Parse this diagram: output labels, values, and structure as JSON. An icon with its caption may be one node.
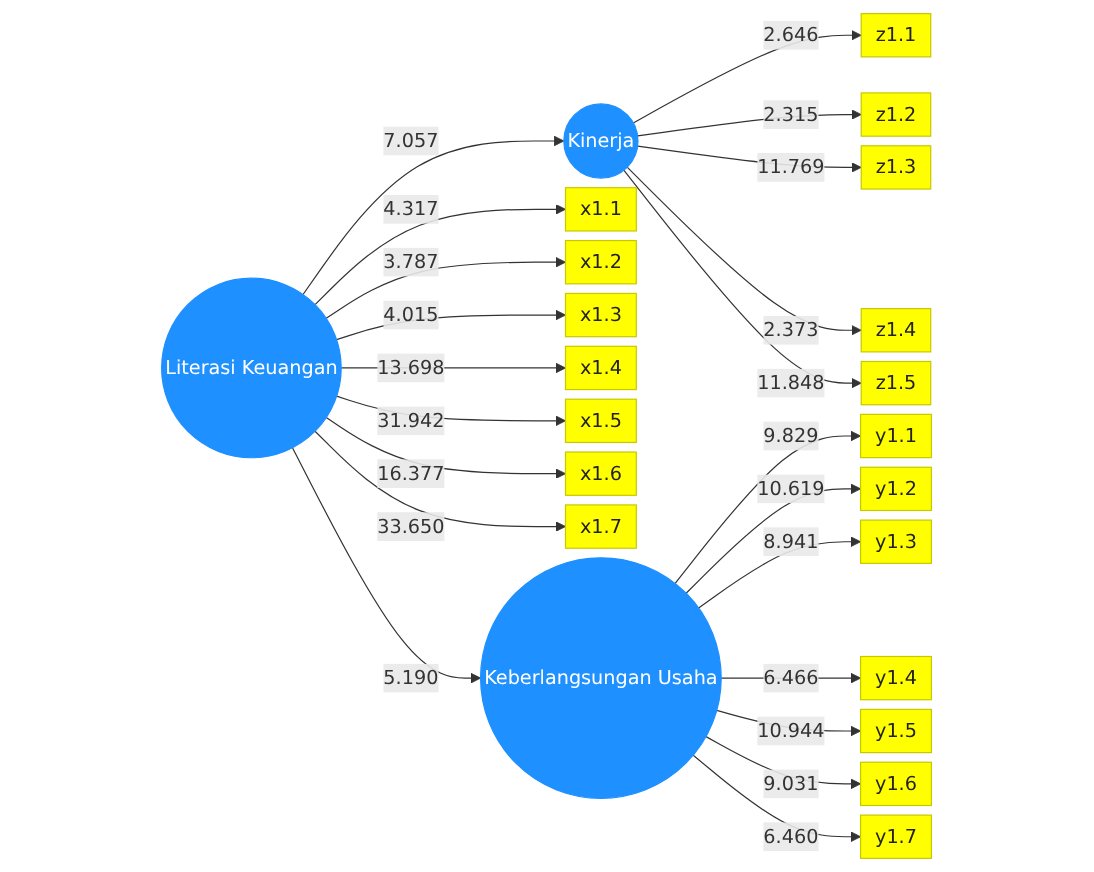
{
  "diagram": {
    "nodes": [
      {
        "text": [
          "z1.1"
        ]
      },
      {
        "text": [
          "z1.2"
        ]
      },
      {
        "text": [
          "z1.3"
        ]
      },
      {
        "text": [
          "z1.4"
        ]
      },
      {
        "text": [
          "z1.5"
        ]
      },
      {
        "text": [
          "Kinerja"
        ]
      },
      {
        "text": [
          "x1.1"
        ]
      },
      {
        "text": [
          "x1.2"
        ]
      },
      {
        "text": [
          "x1.3"
        ]
      },
      {
        "text": [
          "x1.4"
        ]
      },
      {
        "text": [
          "x1.5"
        ]
      },
      {
        "text": [
          "x1.6"
        ]
      },
      {
        "text": [
          "x1.7"
        ]
      },
      {
        "text": [
          "Literasi Keuangan"
        ]
      },
      {
        "text": [
          "y1.1"
        ]
      },
      {
        "text": [
          "y1.2"
        ]
      },
      {
        "text": [
          "y1.3"
        ]
      },
      {
        "text": [
          "y1.4"
        ]
      },
      {
        "text": [
          "y1.5"
        ]
      },
      {
        "text": [
          "y1.6"
        ]
      },
      {
        "text": [
          "y1.7"
        ]
      },
      {
        "text": [
          "Keberlangsungan Usaha"
        ]
      }
    ],
    "edges": [
      {
        "from": 13,
        "to": 5,
        "arrow": "to",
        "label": "7.057"
      },
      {
        "from": 13,
        "to": 21,
        "arrow": "to",
        "label": "5.190"
      },
      {
        "from": 5,
        "to": 0,
        "arrow": "to",
        "label": "2.646"
      },
      {
        "from": 5,
        "to": 1,
        "arrow": "to",
        "label": "2.315"
      },
      {
        "from": 5,
        "to": 2,
        "arrow": "to",
        "label": "11.769"
      },
      {
        "from": 5,
        "to": 3,
        "arrow": "to",
        "label": "2.373"
      },
      {
        "from": 5,
        "to": 4,
        "arrow": "to",
        "label": "11.848"
      },
      {
        "from": 13,
        "to": 6,
        "arrow": "to",
        "label": "4.317"
      },
      {
        "from": 13,
        "to": 7,
        "arrow": "to",
        "label": "3.787"
      },
      {
        "from": 13,
        "to": 8,
        "arrow": "to",
        "label": "4.015"
      },
      {
        "from": 13,
        "to": 9,
        "arrow": "to",
        "label": "13.698"
      },
      {
        "from": 13,
        "to": 10,
        "arrow": "to",
        "label": "31.942"
      },
      {
        "from": 13,
        "to": 11,
        "arrow": "to",
        "label": "16.377"
      },
      {
        "from": 13,
        "to": 12,
        "arrow": "to",
        "label": "33.650"
      },
      {
        "from": 21,
        "to": 14,
        "arrow": "to",
        "label": "9.829"
      },
      {
        "from": 21,
        "to": 15,
        "arrow": "to",
        "label": "10.619"
      },
      {
        "from": 21,
        "to": 16,
        "arrow": "to",
        "label": "8.941"
      },
      {
        "from": 21,
        "to": 17,
        "arrow": "to",
        "label": "6.466"
      },
      {
        "from": 21,
        "to": 18,
        "arrow": "to",
        "label": "10.944"
      },
      {
        "from": 21,
        "to": 19,
        "arrow": "to",
        "label": "9.031"
      },
      {
        "from": 21,
        "to": 20,
        "arrow": "to",
        "label": "6.460"
      }
    ]
  }
}
